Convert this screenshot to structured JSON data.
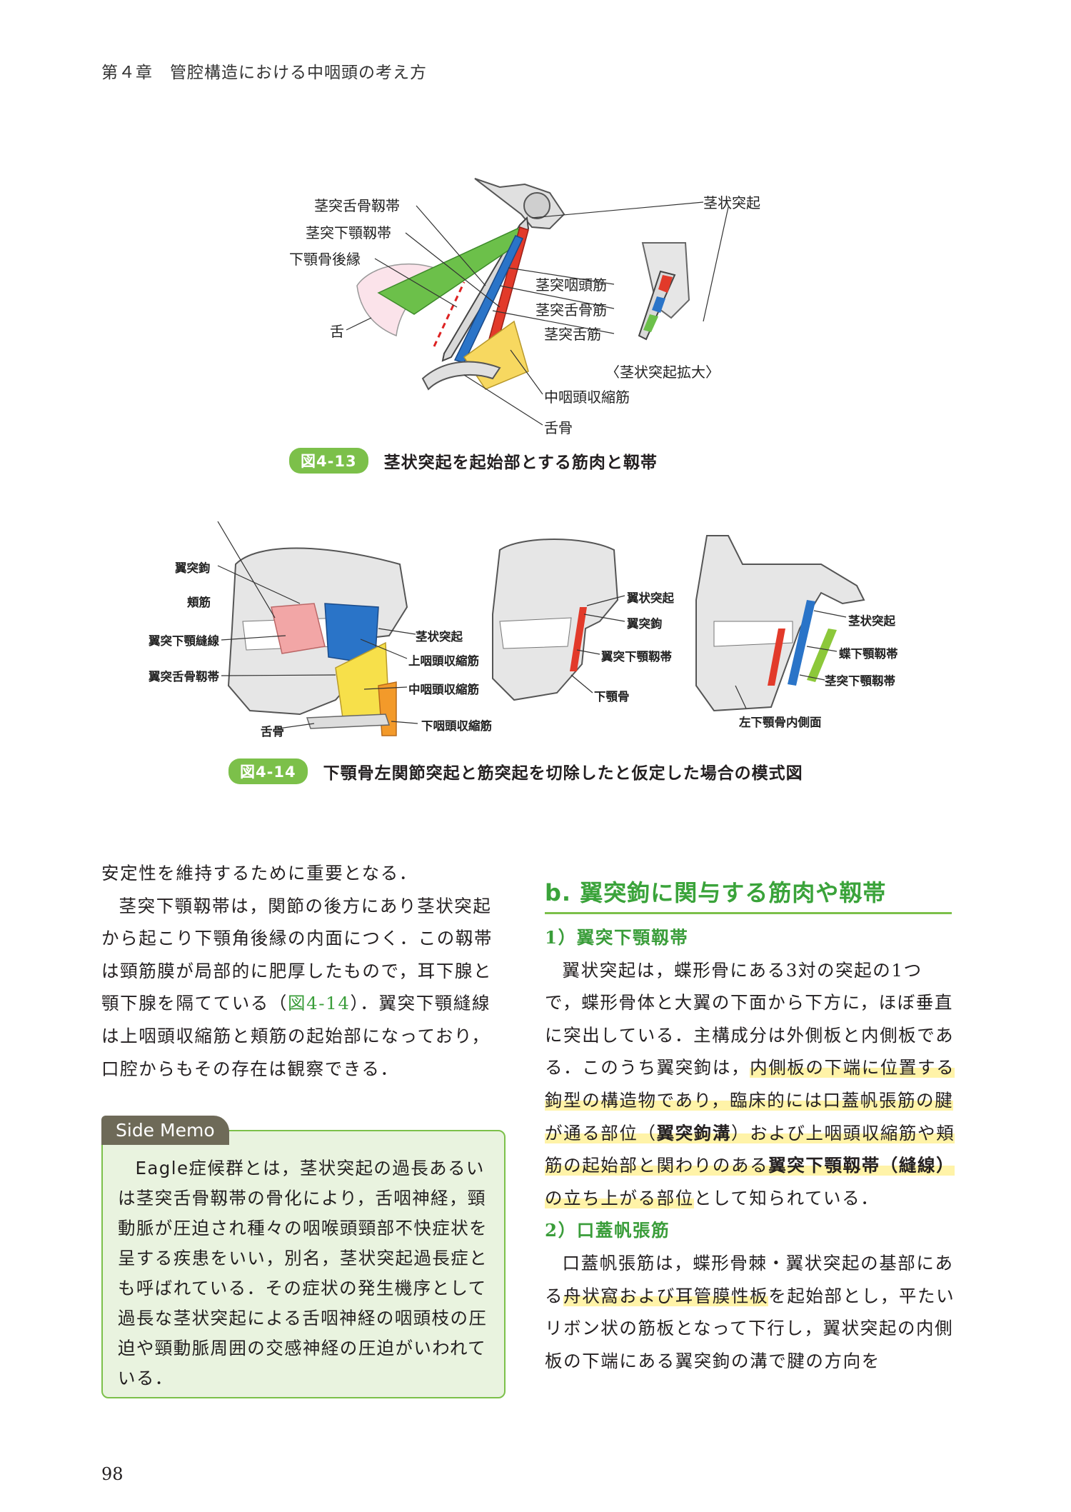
{
  "header": {
    "running_head": "第４章　管腔構造における中咽頭の考え方"
  },
  "figure_13": {
    "badge": "図4-13",
    "title": "茎状突起を起始部とする筋肉と靱帯",
    "labels": {
      "stylohyoid_ligament": "茎突舌骨靱帯",
      "stylomandibular_ligament": "茎突下顎靱帯",
      "mandible_posterior_border": "下顎骨後縁",
      "tongue": "舌",
      "styloid_process": "茎状突起",
      "stylopharyngeus": "茎突咽頭筋",
      "stylohyoid_muscle": "茎突舌骨筋",
      "styloglossus": "茎突舌筋",
      "inset_caption": "〈茎状突起拡大〉",
      "middle_constrictor": "中咽頭収縮筋",
      "hyoid": "舌骨"
    }
  },
  "figure_14": {
    "badge": "図4-14",
    "title": "下顎骨左関節突起と筋突起を切除したと仮定した場合の模式図",
    "labels": {
      "hamulus": "翼突鉤",
      "buccinator": "頬筋",
      "raphe": "翼突下顎縫線",
      "pterygohyoid_ligament": "翼突舌骨靱帯",
      "hyoid": "舌骨",
      "styloid_a": "茎状突起",
      "superior_constrictor": "上咽頭収縮筋",
      "middle_constrictor": "中咽頭収縮筋",
      "inferior_constrictor": "下咽頭収縮筋",
      "pterygoid_process": "翼状突起",
      "hamulus_b": "翼突鉤",
      "pterygomandibular_ligament": "翼突下顎靱帯",
      "mandible": "下顎骨",
      "styloid_c": "茎状突起",
      "sphenomandibular_ligament": "蝶下顎靱帯",
      "stylomandibular_ligament": "茎突下顎靱帯",
      "mandible_medial": "左下顎骨内側面"
    }
  },
  "left_column": {
    "p1": "安定性を維持するために重要となる．",
    "p2a": "茎突下顎靱帯は，関節の後方にあり茎状突起から起こり下顎角後縁の内面につく．この靱帯は頸筋膜が局部的に肥厚したもので，耳下腺と顎下腺を隔てている（",
    "p2ref": "図4-14",
    "p2b": "）．翼突下顎縫線は上咽頭収縮筋と頬筋の起始部になっており，口腔からもその存在は観察できる．"
  },
  "side_memo": {
    "tab": "Side Memo",
    "text": "Eagle症候群とは，茎状突起の過長あるいは茎突舌骨靱帯の骨化により，舌咽神経，頸動脈が圧迫され種々の咽喉頭頸部不快症状を呈する疾患をいい，別名，茎状突起過長症とも呼ばれている．その症状の発生機序として過長な茎状突起による舌咽神経の咽頭枝の圧迫や頸動脈周囲の交感神経の圧迫がいわれている．"
  },
  "right_column": {
    "section": "b. 翼突鉤に関与する筋肉や靱帯",
    "sub1": "1）翼突下顎靱帯",
    "s1a": "翼状突起は，蝶形骨にある3対の突起の1つで，蝶形骨体と大翼の下面から下方に，ほぼ垂直に突出している．主構成分は外側板と内側板である．このうち翼突鉤は，",
    "s1hl1": "内側板の下端に位置する鉤型の構造物であり，臨床的には口蓋帆張筋の腱が通る部位（",
    "s1b1": "翼突鉤溝",
    "s1hl2": "）および上咽頭収縮筋や頬筋の起始部と関わりのある",
    "s1b2": "翼突下顎靱帯（縫線）",
    "s1hl3": "の立ち上がる部位",
    "s1c": "として知られている．",
    "sub2": "2）口蓋帆張筋",
    "s2a": "口蓋帆張筋は，蝶形骨棘・翼状突起の基部にある",
    "s2hl": "舟状窩および耳管膜性板",
    "s2b": "を起始部とし，平たいリボン状の筋板となって下行し，翼状突起の内側板の下端にある翼突鉤の溝で腱の方向を"
  },
  "footer": {
    "page_number": "98"
  },
  "colors": {
    "accent_green": "#7cc04a",
    "heading_green": "#3aa33a",
    "memo_bg": "#e9f3df",
    "highlight": "#fff3a8"
  }
}
